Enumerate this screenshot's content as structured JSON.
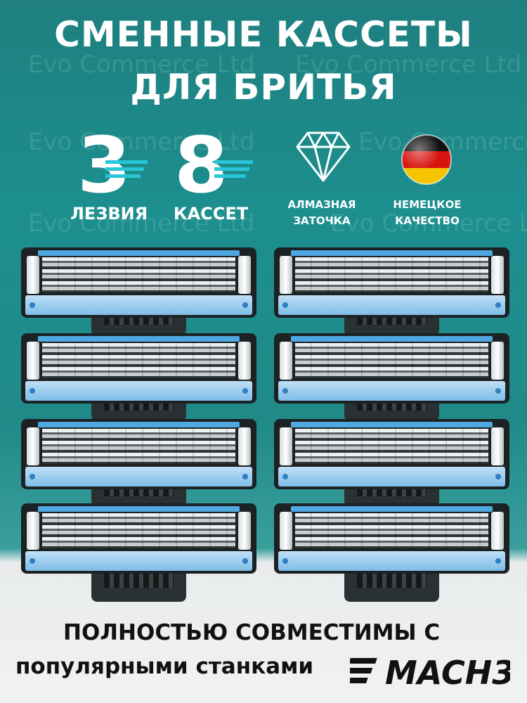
{
  "title": {
    "line1": "СМЕННЫЕ КАССЕТЫ",
    "line2": "ДЛЯ БРИТЬЯ"
  },
  "features": {
    "blades": {
      "number": "3",
      "label": "ЛЕЗВИЯ"
    },
    "cassettes": {
      "number": "8",
      "label": "КАССЕТ"
    },
    "diamond": {
      "line1": "АЛМАЗНАЯ",
      "line2": "ЗАТОЧКА",
      "icon": "diamond-icon"
    },
    "german": {
      "line1": "НЕМЕЦКОЕ",
      "line2": "КАЧЕСТВО",
      "icon": "german-flag-icon"
    }
  },
  "watermark": "Evo Commerce Ltd",
  "product": {
    "cartridge_count": 8,
    "icon": "razor-cartridge-icon"
  },
  "bottom": {
    "line1": "ПОЛНОСТЬЮ СОВМЕСТИМЫ С",
    "line2": "популярными станками",
    "brand_logo_text": "MACH3"
  },
  "colors": {
    "background_teal": "#1f8a89",
    "accent_cyan": "#29c6d8",
    "cartridge_blue": "#4fa8e0"
  }
}
